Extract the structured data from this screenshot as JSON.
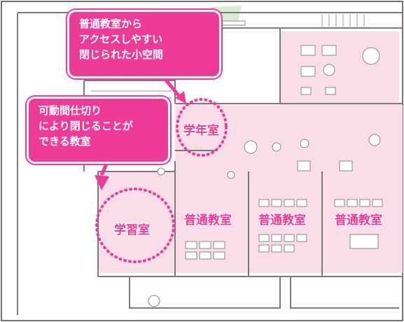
{
  "callouts": {
    "top": {
      "lines": [
        "普通教室から",
        "アクセスしやすい",
        "閉じられた小空間"
      ]
    },
    "left": {
      "lines": [
        "可動間仕切り",
        "により閉じることが",
        "できる教室"
      ]
    }
  },
  "rooms": {
    "grade_room": "学年室",
    "study_room": "学習室",
    "classroom_1": "普通教室",
    "classroom_2": "普通教室",
    "classroom_3": "普通教室"
  },
  "colors": {
    "accent": "#ee3b97",
    "floor_pink": "#f9dde8",
    "wall": "#7a7a7a"
  }
}
